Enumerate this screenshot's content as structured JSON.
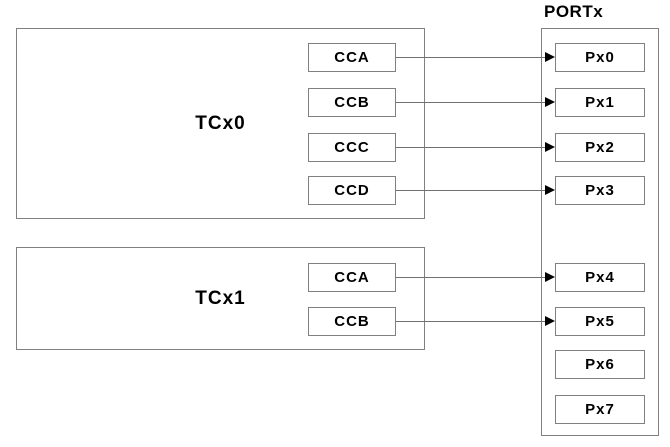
{
  "port": {
    "title": "PORTx",
    "pins": [
      "Px0",
      "Px1",
      "Px2",
      "Px3",
      "Px4",
      "Px5",
      "Px6",
      "Px7"
    ]
  },
  "timers": [
    {
      "label": "TCx0",
      "channels": [
        "CCA",
        "CCB",
        "CCC",
        "CCD"
      ]
    },
    {
      "label": "TCx1",
      "channels": [
        "CCA",
        "CCB"
      ]
    }
  ],
  "connections": [
    {
      "from": "TCx0 CCA",
      "to": "Px0"
    },
    {
      "from": "TCx0 CCB",
      "to": "Px1"
    },
    {
      "from": "TCx0 CCC",
      "to": "Px2"
    },
    {
      "from": "TCx0 CCD",
      "to": "Px3"
    },
    {
      "from": "TCx1 CCA",
      "to": "Px4"
    },
    {
      "from": "TCx1 CCB",
      "to": "Px5"
    }
  ],
  "colors": {
    "background": "#ffffff",
    "box_border": "#808080",
    "wire": "#707070",
    "arrowhead": "#000000",
    "text": "#000000"
  }
}
